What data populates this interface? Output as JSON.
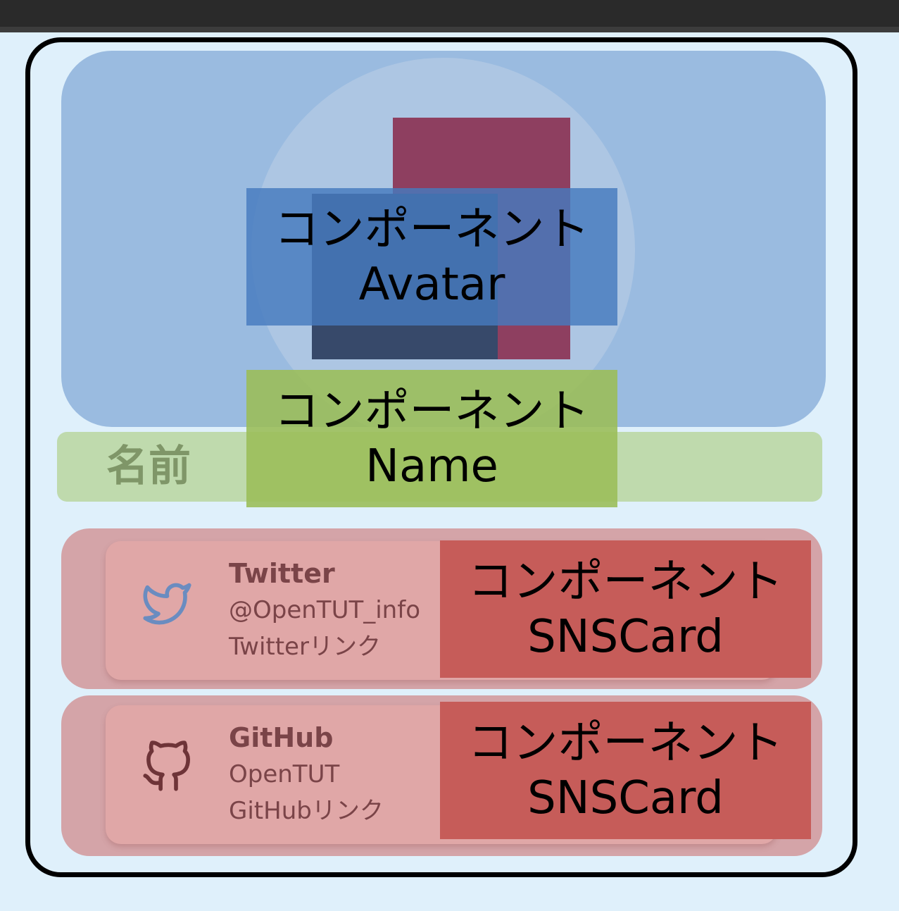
{
  "profile": {
    "name": "名前",
    "sns": [
      {
        "service": "Twitter",
        "account": "@OpenTUT_info",
        "link_label": "Twitterリンク",
        "icon": "twitter-icon"
      },
      {
        "service": "GitHub",
        "account": "OpenTUT",
        "link_label": "GitHubリンク",
        "icon": "github-icon"
      }
    ]
  },
  "annotations": [
    {
      "prefix": "コンポーネント",
      "component": "Avatar",
      "color": "#5b88c2"
    },
    {
      "prefix": "コンポーネント",
      "component": "Name",
      "color": "#a0c063"
    },
    {
      "prefix": "コンポーネント",
      "component": "SNSCard",
      "color": "#c55b58"
    },
    {
      "prefix": "コンポーネント",
      "component": "SNSCard",
      "color": "#c55b58"
    }
  ]
}
